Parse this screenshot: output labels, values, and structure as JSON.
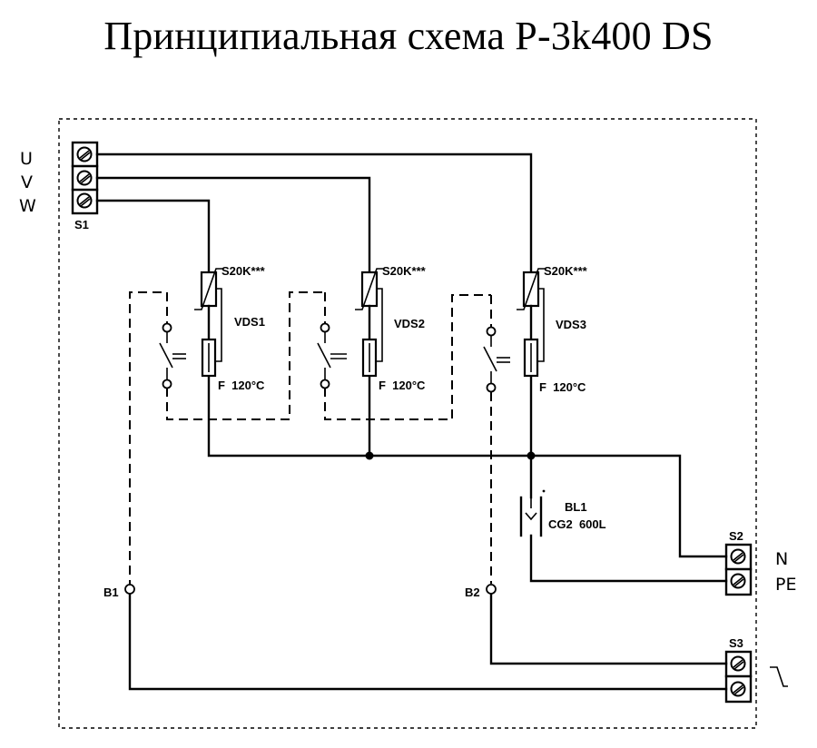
{
  "title": "Принципиальная схема P-3k400 DS",
  "labels": {
    "phase_u": "U",
    "phase_v": "V",
    "phase_w": "W",
    "s1": "S1",
    "s2": "S2",
    "s3": "S3",
    "neutral": "N",
    "pe": "PE",
    "b1": "B1",
    "b2": "B2",
    "varistor_1": "S20K***",
    "varistor_2": "S20K***",
    "varistor_3": "S20K***",
    "vds_1": "VDS1",
    "vds_2": "VDS2",
    "vds_3": "VDS3",
    "fuse_1": "F  120°C",
    "fuse_2": "F  120°C",
    "fuse_3": "F  120°C",
    "arrester_name": "BL1",
    "arrester_type": "CG2  600L"
  }
}
